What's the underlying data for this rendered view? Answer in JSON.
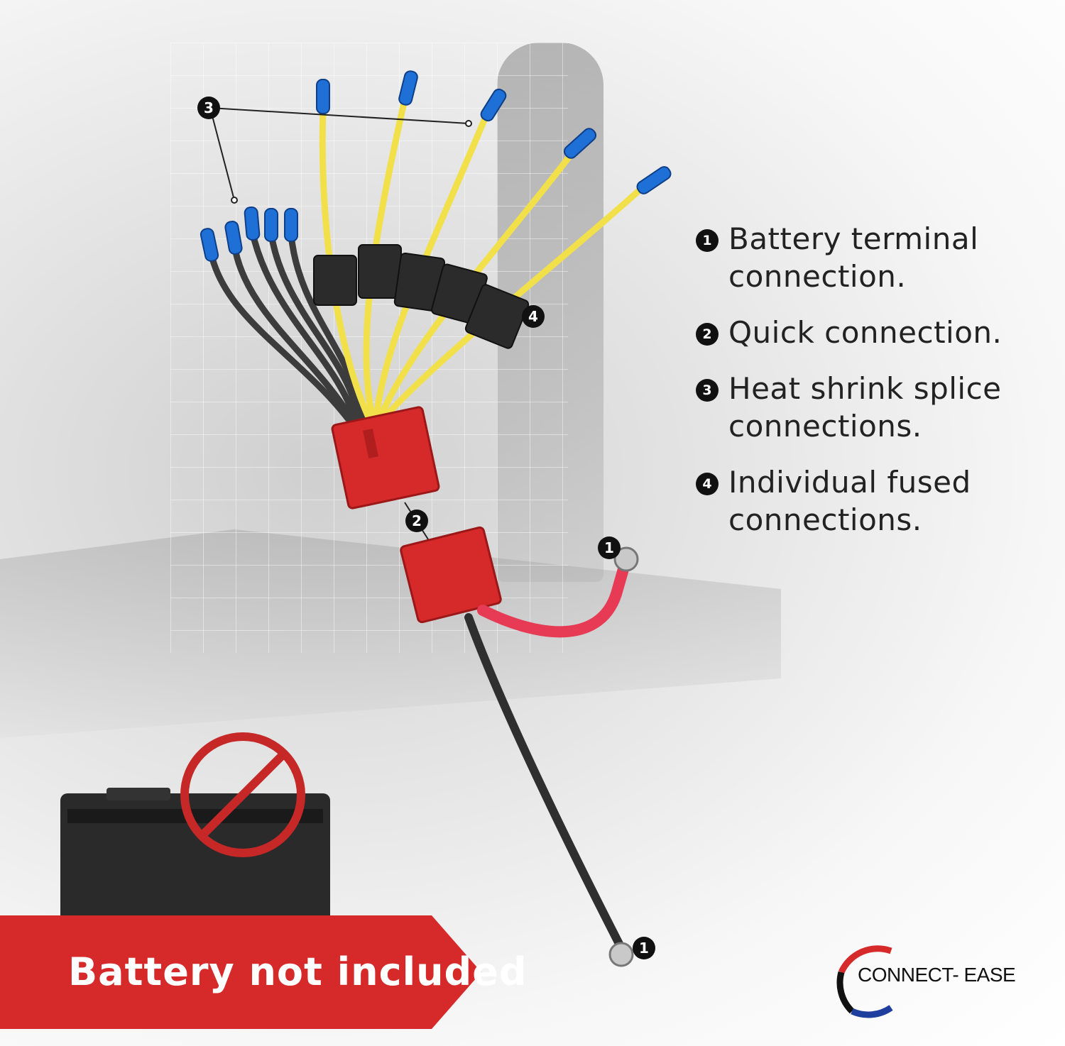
{
  "features": [
    {
      "num": "1",
      "text": "Battery terminal connection."
    },
    {
      "num": "2",
      "text": "Quick connection."
    },
    {
      "num": "3",
      "text": "Heat shrink splice connections."
    },
    {
      "num": "4",
      "text": "Individual fused connections."
    }
  ],
  "callouts": {
    "one_top": "1",
    "one_bottom": "1",
    "two": "2",
    "three": "3",
    "four": "4"
  },
  "banner": {
    "text": "Battery not included"
  },
  "logo": {
    "text": "CONNECT- EASE"
  },
  "colors": {
    "accent_red": "#d62a2a",
    "wire_yellow": "#f2e04a",
    "terminal_blue": "#1e6fd6",
    "logo_red": "#d62a2a",
    "logo_blue": "#1e3f9e"
  }
}
